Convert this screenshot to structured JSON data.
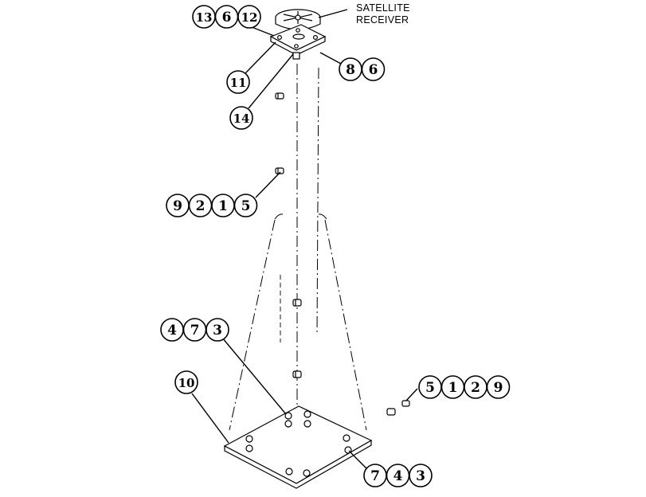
{
  "callout": {
    "line1": "SATELLITE",
    "line2": "RECEIVER"
  },
  "balloon_groups": [
    {
      "id": "top-left",
      "items": [
        "13",
        "6",
        "12"
      ]
    },
    {
      "id": "receiver-right",
      "items": [
        "8",
        "6"
      ]
    },
    {
      "id": "plate-11",
      "items": [
        "11"
      ]
    },
    {
      "id": "plate-14",
      "items": [
        "14"
      ]
    },
    {
      "id": "mid-hardware",
      "items": [
        "9",
        "2",
        "1",
        "5"
      ]
    },
    {
      "id": "base-upper",
      "items": [
        "4",
        "7",
        "3"
      ]
    },
    {
      "id": "base-plate",
      "items": [
        "10"
      ]
    },
    {
      "id": "side-hardware",
      "items": [
        "5",
        "1",
        "2",
        "9"
      ]
    },
    {
      "id": "base-lower",
      "items": [
        "7",
        "4",
        "3"
      ]
    }
  ]
}
